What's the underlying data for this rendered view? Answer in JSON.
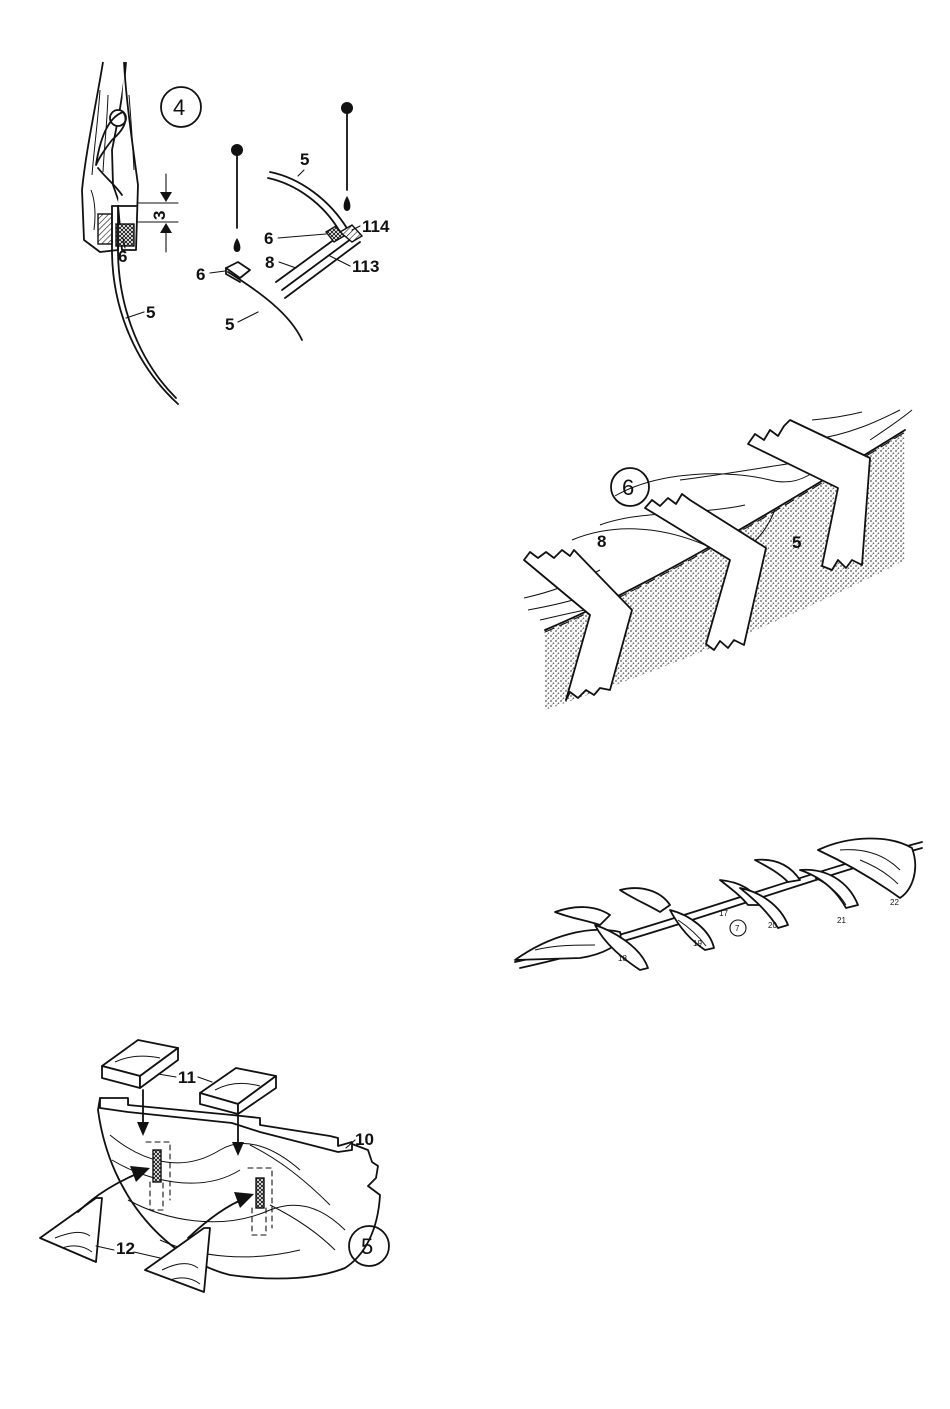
{
  "figures": [
    {
      "id": "fig4",
      "number": "4",
      "labels": [
        "3",
        "6",
        "5",
        "5",
        "6",
        "8",
        "5",
        "113",
        "6",
        "114",
        "5"
      ]
    },
    {
      "id": "fig5",
      "number": "5",
      "labels": [
        "11",
        "10",
        "12"
      ]
    },
    {
      "id": "fig6",
      "number": "6",
      "labels": [
        "8",
        "5"
      ]
    },
    {
      "id": "fig7",
      "number": "7",
      "labels": [
        "18",
        "19",
        "17",
        "20",
        "21",
        "22"
      ]
    }
  ],
  "colors": {
    "ink": "#111111",
    "paper": "#ffffff",
    "stipple": "#8a8a8a"
  }
}
